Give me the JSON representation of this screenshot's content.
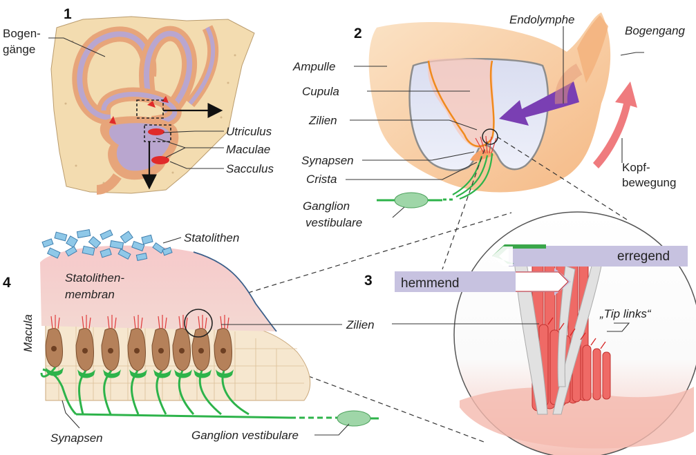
{
  "panels": {
    "p1": {
      "number": "1",
      "labels": {
        "bogengaenge_1": "Bogen-",
        "bogengaenge_2": "gänge",
        "utriculus": "Utriculus",
        "maculae": "Maculae",
        "sacculus": "Sacculus"
      }
    },
    "p2": {
      "number": "2",
      "labels": {
        "endolymphe": "Endolymphe",
        "bogengang": "Bogengang",
        "ampulle": "Ampulle",
        "cupula": "Cupula",
        "zilien": "Zilien",
        "synapsen": "Synapsen",
        "crista": "Crista",
        "ganglion_1": "Ganglion",
        "ganglion_2": "vestibulare",
        "kopf_1": "Kopf-",
        "kopf_2": "bewegung"
      }
    },
    "p3": {
      "number": "3",
      "labels": {
        "erregend": "erregend",
        "hemmend": "hemmend",
        "tip_links": "„Tip links“"
      }
    },
    "p4": {
      "number": "4",
      "labels": {
        "statolithen": "Statolithen",
        "membran_1": "Statolithen-",
        "membran_2": "membran",
        "macula": "Macula",
        "zilien": "Zilien",
        "synapsen": "Synapsen",
        "ganglion": "Ganglion vestibulare"
      }
    }
  },
  "colors": {
    "bone": "#f3dcb0",
    "labyrinth_orange": "#e7a57a",
    "endolymph_purple": "#b9a6cf",
    "ampulla_peach": "#f9c99a",
    "nerve_green": "#2db34a",
    "hair_cell_brown": "#b5815a",
    "membrane_pink": "#f0b9bc",
    "statolith_blue": "#8fc8e8",
    "arrow_purple": "#7a3fb3",
    "bar_lavender": "#c7c2e0",
    "cilia_red": "#e03c3c"
  }
}
